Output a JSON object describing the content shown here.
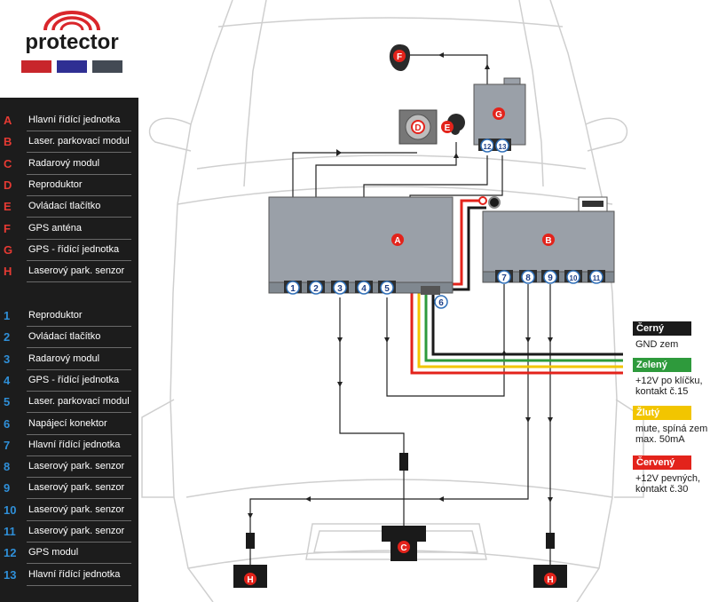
{
  "logo": {
    "text": "protector",
    "swatch_colors": [
      "#c8262b",
      "#2f2f93",
      "#434a54"
    ]
  },
  "legend_letters": [
    {
      "key": "A",
      "text": "Hlavní řídící jednotka"
    },
    {
      "key": "B",
      "text": "Laser. parkovací modul"
    },
    {
      "key": "C",
      "text": "Radarový modul"
    },
    {
      "key": "D",
      "text": "Reproduktor"
    },
    {
      "key": "E",
      "text": "Ovládací tlačítko"
    },
    {
      "key": "F",
      "text": "GPS anténa"
    },
    {
      "key": "G",
      "text": "GPS - řídící jednotka"
    },
    {
      "key": "H",
      "text": "Laserový park. senzor"
    }
  ],
  "legend_numbers": [
    {
      "key": "1",
      "text": "Reproduktor"
    },
    {
      "key": "2",
      "text": "Ovládací tlačítko"
    },
    {
      "key": "3",
      "text": "Radarový modul"
    },
    {
      "key": "4",
      "text": "GPS - řídící jednotka"
    },
    {
      "key": "5",
      "text": "Laser. parkovací modul"
    },
    {
      "key": "6",
      "text": "Napájecí konektor"
    },
    {
      "key": "7",
      "text": "Hlavní řídící jednotka"
    },
    {
      "key": "8",
      "text": "Laserový park. senzor"
    },
    {
      "key": "9",
      "text": "Laserový park. senzor"
    },
    {
      "key": "10",
      "text": "Laserový park. senzor"
    },
    {
      "key": "11",
      "text": "Laserový park. senzor"
    },
    {
      "key": "12",
      "text": "GPS modul"
    },
    {
      "key": "13",
      "text": "Hlavní řídící jednotka"
    }
  ],
  "wires": [
    {
      "name": "Černý",
      "desc_line1": "GND zem",
      "desc_line2": "",
      "color": "#1a1a1a"
    },
    {
      "name": "Zelený",
      "desc_line1": "+12V po klíčku,",
      "desc_line2": "kontakt č.15",
      "color": "#2e9a3c"
    },
    {
      "name": "Žlutý",
      "desc_line1": "mute, spíná zem",
      "desc_line2": "max. 50mA",
      "color": "#f2c500"
    },
    {
      "name": "Červený",
      "desc_line1": "+12V pevných,",
      "desc_line2": "kontakt č.30",
      "color": "#e3231b"
    }
  ],
  "components": {
    "A": "A",
    "B": "B",
    "C": "C",
    "D": "D",
    "E": "E",
    "F": "F",
    "G": "G",
    "H_left": "H",
    "H_right": "H"
  },
  "pins_a": [
    "1",
    "2",
    "3",
    "4",
    "5"
  ],
  "pin_6": "6",
  "pins_b": [
    "7",
    "8",
    "9",
    "10",
    "11"
  ],
  "pins_g": [
    "12",
    "13"
  ]
}
